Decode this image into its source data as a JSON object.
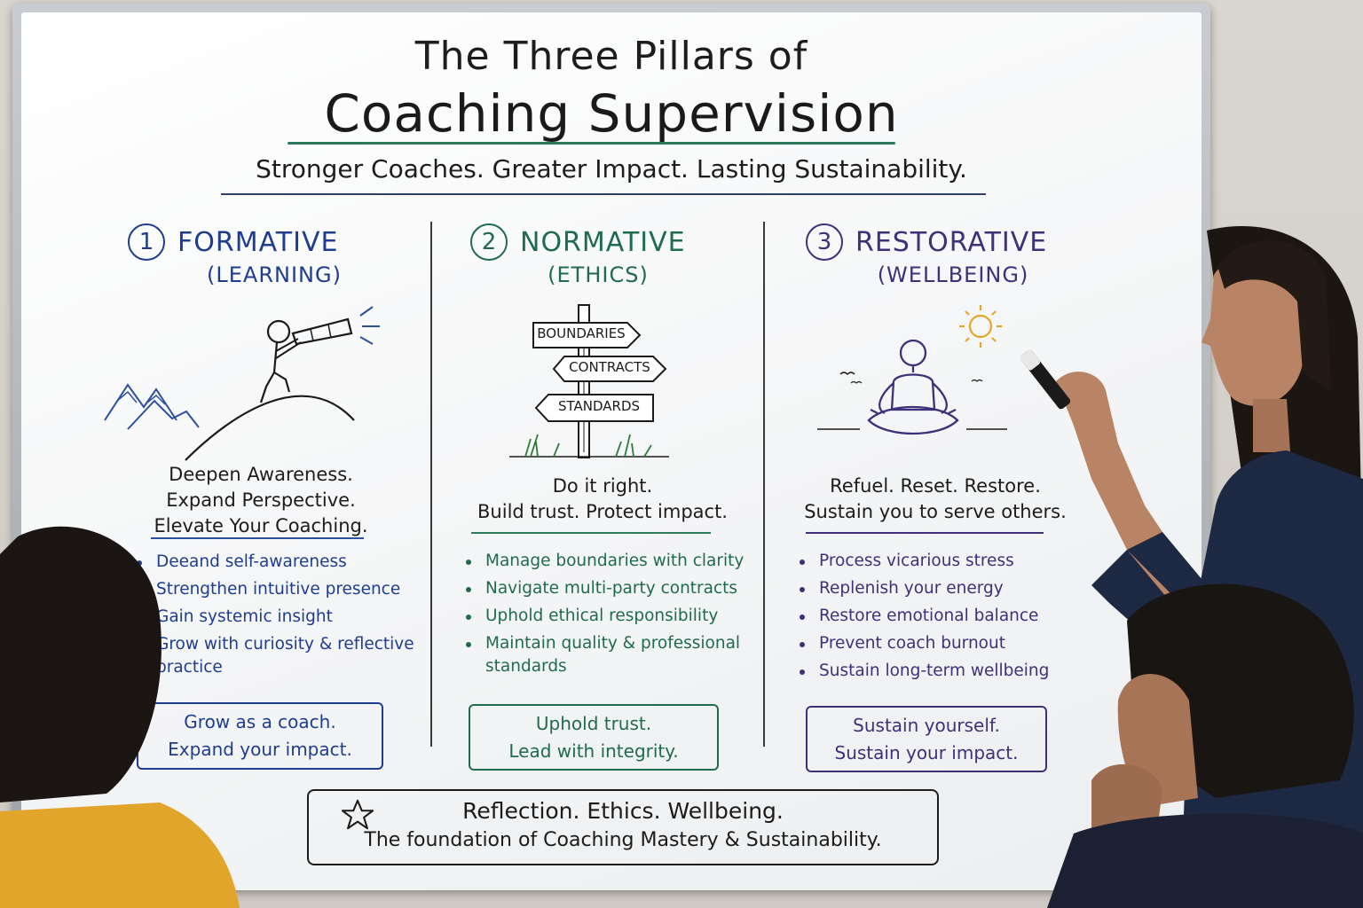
{
  "board": {
    "title_line1": "The Three Pillars of",
    "title_line2": "Coaching Supervision",
    "subtitle": "Stronger Coaches. Greater Impact. Lasting Sustainability."
  },
  "pillars": [
    {
      "number": "1",
      "name": "FORMATIVE",
      "sub": "(LEARNING)",
      "tagline": [
        "Deepen Awareness.",
        "Expand Perspective.",
        "Elevate Your Coaching."
      ],
      "bullets": [
        "Deeand self-awareness",
        "Strengthen intuitive presence",
        "Gain systemic insight",
        "Grow with curiosity & reflective practice"
      ],
      "box": [
        "Grow as a coach.",
        "Expand your impact."
      ]
    },
    {
      "number": "2",
      "name": "NORMATIVE",
      "sub": "(ETHICS)",
      "signs": [
        "BOUNDARIES",
        "CONTRACTS",
        "STANDARDS"
      ],
      "tagline": [
        "Do it right.",
        "Build trust. Protect impact."
      ],
      "bullets": [
        "Manage boundaries with clarity",
        "Navigate multi-party contracts",
        "Uphold ethical responsibility",
        "Maintain quality & professional standards"
      ],
      "box": [
        "Uphold trust.",
        "Lead with integrity."
      ]
    },
    {
      "number": "3",
      "name": "RESTORATIVE",
      "sub": "(WELLBEING)",
      "tagline": [
        "Refuel. Reset. Restore.",
        "Sustain you to serve others."
      ],
      "bullets": [
        "Process vicarious stress",
        "Replenish your energy",
        "Restore emotional balance",
        "Prevent coach burnout",
        "Sustain long-term wellbeing"
      ],
      "box": [
        "Sustain yourself.",
        "Sustain your impact."
      ]
    }
  ],
  "footer": {
    "line1": "Reflection. Ethics. Wellbeing.",
    "line2": "The foundation of Coaching Mastery & Sustainability."
  },
  "colors": {
    "formative": "#1f3d8f",
    "normative": "#1f6b4e",
    "restorative": "#40307a",
    "title_underline": "#2b7a5a",
    "sun": "#e6a52a"
  },
  "icons": {
    "formative": "telescope-on-hill-icon",
    "normative": "signpost-icon",
    "restorative": "meditation-figure-icon",
    "footer": "star-icon"
  }
}
